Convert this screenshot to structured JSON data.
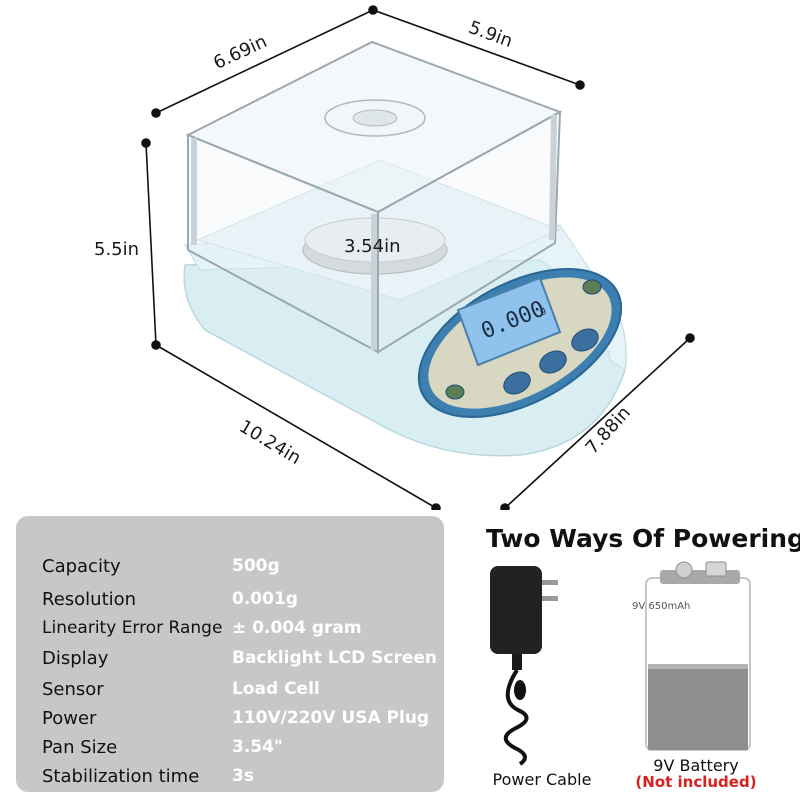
{
  "dimensions": {
    "depth_top": "6.69in",
    "width_top": "5.9in",
    "height": "5.5in",
    "pan": "3.54in",
    "front_width": "10.24in",
    "side_depth": "7.88in"
  },
  "display_readout": "0.000",
  "display_unit": "g",
  "specs": [
    {
      "label": "Capacity",
      "value": "500g"
    },
    {
      "label": "Resolution",
      "value": "0.001g"
    },
    {
      "label": "Linearity Error Range",
      "value": "± 0.004 gram"
    },
    {
      "label": "Display",
      "value": "Backlight LCD Screen"
    },
    {
      "label": "Sensor",
      "value": "Load Cell"
    },
    {
      "label": "Power",
      "value": "110V/220V USA Plug"
    },
    {
      "label": "Pan Size",
      "value": "3.54\""
    },
    {
      "label": "Stabilization time",
      "value": "3s"
    }
  ],
  "powering": {
    "title": "Two Ways Of Powering",
    "cable_caption": "Power Cable",
    "battery_caption": "9V  Battery",
    "battery_note": "(Not included)",
    "battery_label": "9V 650mAh"
  },
  "colors": {
    "panel_bg": "#c7c7c7",
    "note_red": "#d8201f",
    "scale_body": "#d9eef3",
    "display_blue": "#3c7fb0"
  }
}
